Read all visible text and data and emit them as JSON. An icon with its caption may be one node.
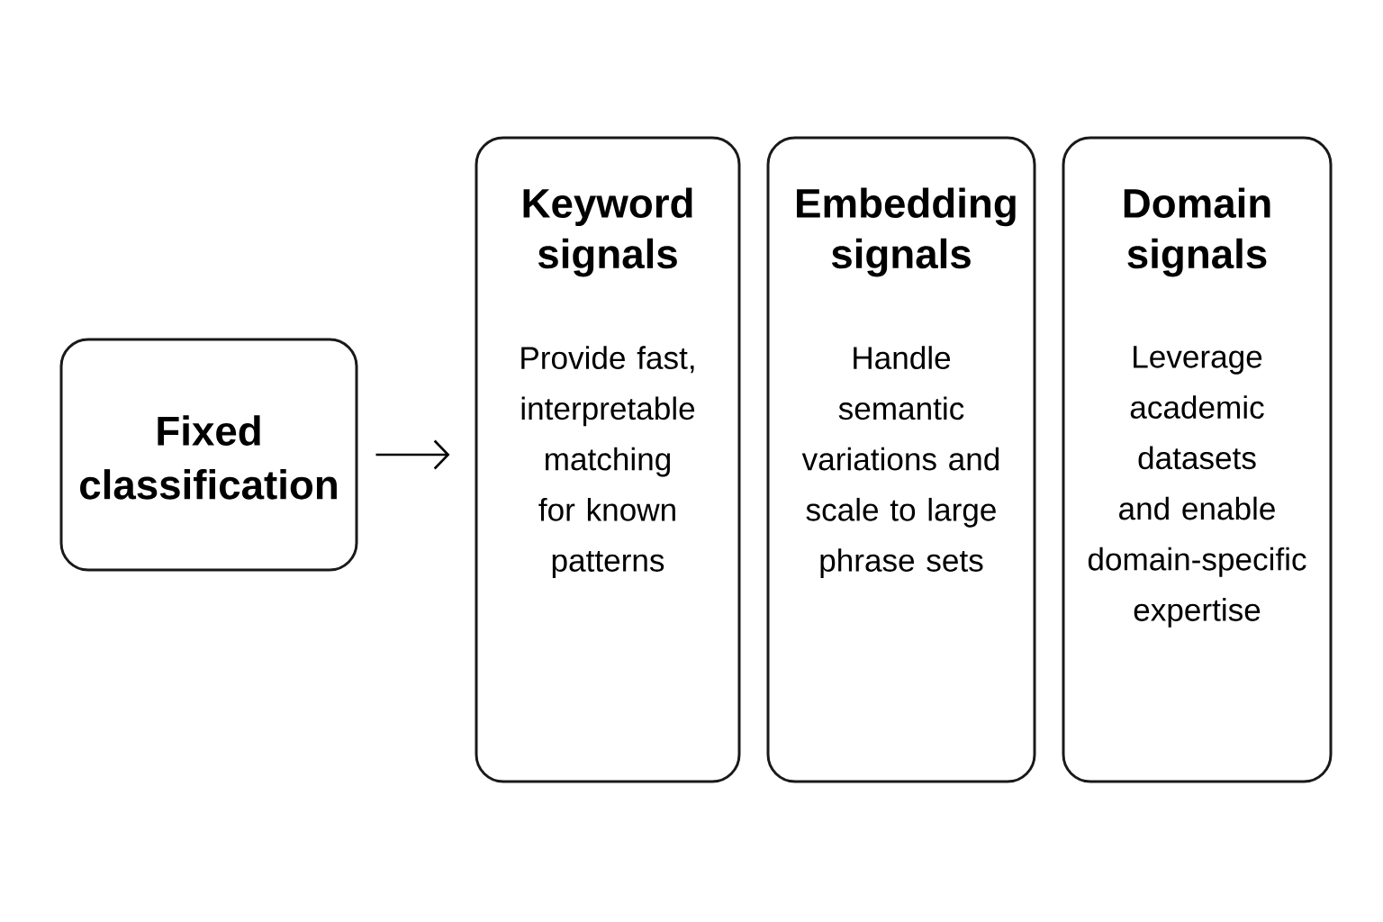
{
  "diagram": {
    "nodes": [
      {
        "text": [
          "Fixed classification"
        ]
      },
      {
        "text": [
          "Keyword signals",
          "Provide fast, interpretable matching for known patterns"
        ]
      },
      {
        "text": [
          "Embedding signals",
          "Handle semantic variations and scale to large phrase sets"
        ]
      },
      {
        "text": [
          "Domain signals",
          "Leverage academic datasets and enable domain-specific expertise"
        ]
      }
    ],
    "edges": [
      {
        "from": 0,
        "to": 1,
        "arrow": "to"
      }
    ]
  }
}
